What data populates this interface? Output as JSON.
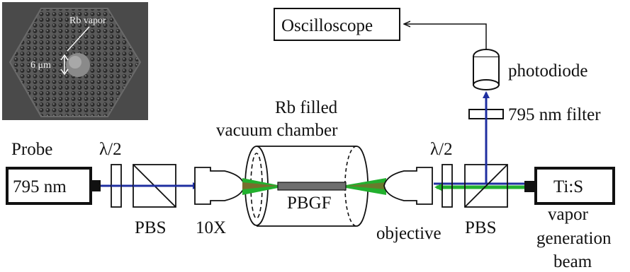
{
  "inset": {
    "vapor_label": "Rb vapor",
    "core_size": "6 μm"
  },
  "labels": {
    "oscilloscope": "Oscilloscope",
    "photodiode": "photodiode",
    "filter": "795 nm filter",
    "chamber_line1": "Rb filled",
    "chamber_line2": "vacuum chamber",
    "probe": "Probe",
    "laser_795": "795 nm",
    "halfwave_left": "λ/2",
    "pbs_left": "PBS",
    "objective_10x": "10X",
    "pbgf": "PBGF",
    "halfwave_right": "λ/2",
    "objective_right": "objective",
    "pbs_right": "PBS",
    "tis": "Ti:S",
    "vapor_line1": "vapor",
    "vapor_line2": "generation",
    "vapor_line3": "beam"
  },
  "colors": {
    "probe_beam": "#1f2fa0",
    "vapor_beam": "#22b02e",
    "fiber": "#6e6e6e",
    "inset_bg": "#4a4a4a"
  }
}
